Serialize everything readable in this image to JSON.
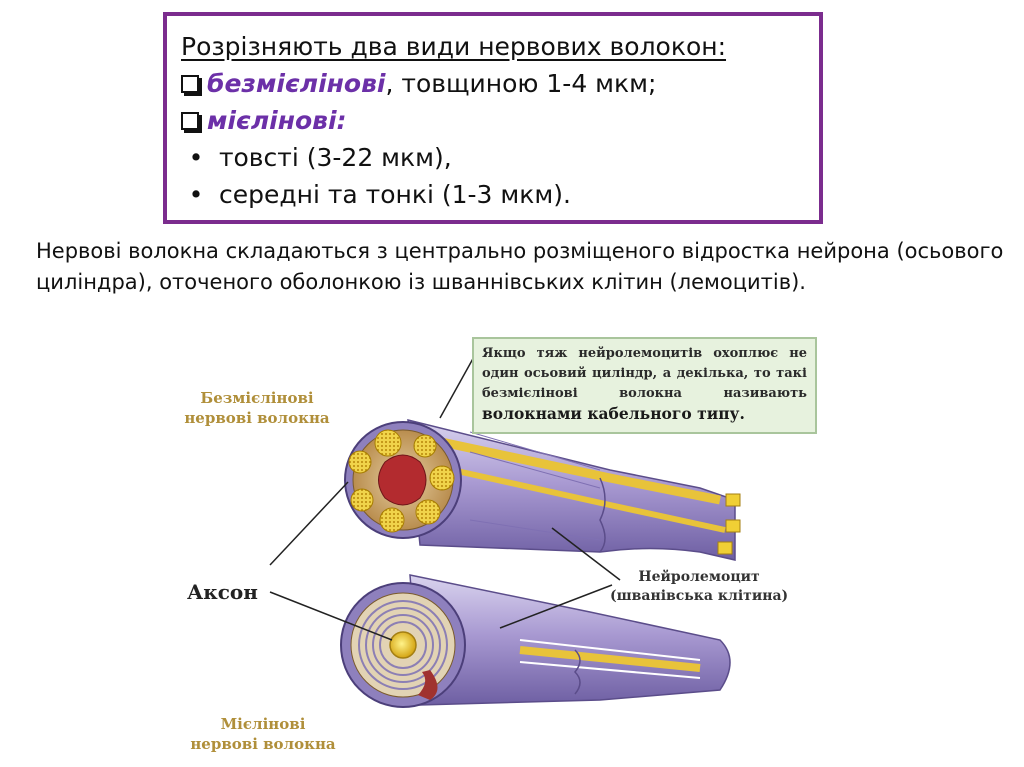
{
  "summary_box": {
    "heading": "Розрізняють два види нервових волокон:",
    "item1_term": "безмієлінові",
    "item1_rest": ", товщиною 1-4 мкм;",
    "item2_term": "мієлінові",
    "item2_rest": ":",
    "bullet1": "товсті (3-22 мкм),",
    "bullet2": "середні та тонкі (1-3 мкм).",
    "accent_color": "#7b2c8e",
    "term_color": "#6c30a8"
  },
  "paragraph": "Нервові волокна складаються з центрально розміщеного відростка нейрона (осьового циліндра), оточеного оболонкою із шваннівських клітин (лемоцитів).",
  "figure": {
    "unmyelinated_label_line1": "Безмієлінові",
    "unmyelinated_label_line2": "нервові волокна",
    "axon_label": "Аксон",
    "neurolemmocyte_line1": "Нейролемоцит",
    "neurolemmocyte_line2": "(шванівська клітина)",
    "myelinated_label_line1": "Мієлінові",
    "myelinated_label_line2": "нервові волокна",
    "callout_text": "Якщо тяж нейролемоцитів охоплює не один осьовий циліндр, а декілька, то такі безмієлінові волокна називають",
    "callout_emphasis": "волокнами кабельного типу",
    "callout_end": ".",
    "label_color": "#b08f3a",
    "callout_bg": "#e7f2de"
  }
}
